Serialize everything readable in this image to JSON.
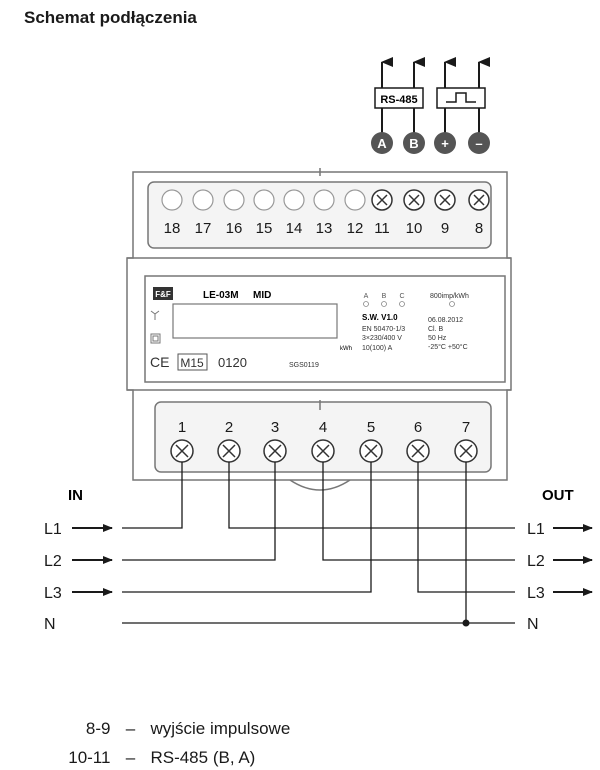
{
  "title": "Schemat podłączenia",
  "top_boxes": {
    "rs485": "RS-485"
  },
  "top_signals": [
    "A",
    "B",
    "+",
    "–"
  ],
  "top_terminals": [
    "18",
    "17",
    "16",
    "15",
    "14",
    "13",
    "12",
    "11",
    "10",
    "9",
    "8"
  ],
  "bottom_terminals": [
    "1",
    "2",
    "3",
    "4",
    "5",
    "6",
    "7"
  ],
  "meter": {
    "brand": "F&F",
    "model": "LE-03M",
    "mid": "MID",
    "phases": [
      "A",
      "B",
      "C"
    ],
    "imp": "800imp/kWh",
    "sw": "S.W. V1.0",
    "date": "06.08.2012",
    "std": "EN 50470-1/3",
    "cl": "Cl. B",
    "voltage": "3×230/400 V",
    "hz": "50 Hz",
    "current": "10(100) A",
    "temp": "-25°C +50°C",
    "kwh": "kWh",
    "ce": "CE",
    "m15": "M15",
    "notified": "0120",
    "sgs": "SGS0119"
  },
  "io": {
    "in": "IN",
    "out": "OUT"
  },
  "left_lines": [
    "L1",
    "L2",
    "L3",
    "N"
  ],
  "right_lines": [
    "L1",
    "L2",
    "L3",
    "N"
  ],
  "legend": [
    {
      "code": "8-9",
      "dash": "–",
      "desc": "wyjście impulsowe"
    },
    {
      "code": "10-11",
      "dash": "–",
      "desc": "RS-485 (B, A)"
    }
  ]
}
